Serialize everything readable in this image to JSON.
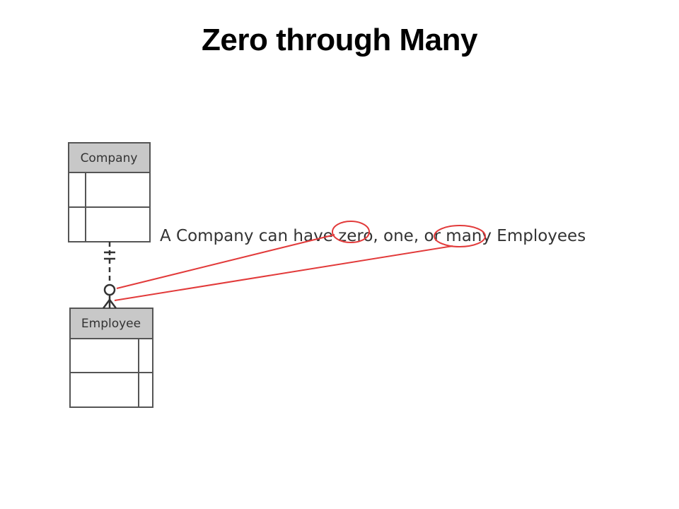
{
  "title": "Zero through Many",
  "diagram": {
    "entities": [
      {
        "name": "Company"
      },
      {
        "name": "Employee"
      }
    ],
    "relationship": {
      "caption_parts": [
        "A Company can have ",
        "zero",
        ", one, or ",
        "many",
        " Employees"
      ],
      "highlighted_words": [
        "zero",
        "many"
      ]
    }
  },
  "colors": {
    "header_fill": "#c8c8c8",
    "box_stroke": "#555555",
    "annotation": "#e23a3a",
    "text": "#333333"
  }
}
